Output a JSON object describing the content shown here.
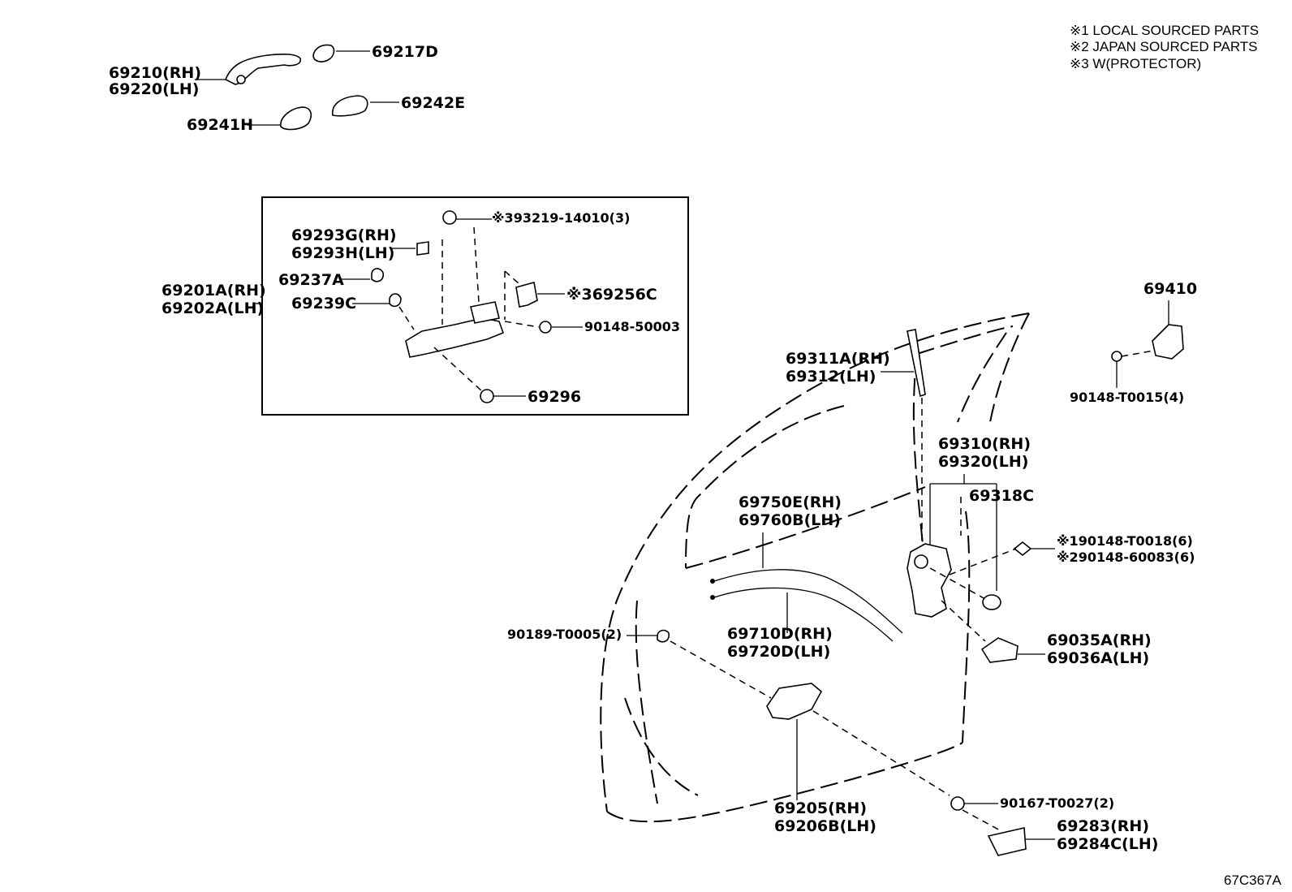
{
  "notes": [
    "※1 LOCAL SOURCED PARTS",
    "※2 JAPAN SOURCED PARTS",
    "※3 W(PROTECTOR)"
  ],
  "diagram_code": "67C367A",
  "labels": {
    "handle_rh": "69210(RH)",
    "handle_lh": "69220(LH)",
    "cap": "69217D",
    "gasket_front": "69241H",
    "gasket_rear": "69242E",
    "frame_rh": "69201A(RH)",
    "frame_lh": "69202A(LH)",
    "bolt_protector": "※393219-14010(3)",
    "bracket_rh": "69293G(RH)",
    "bracket_lh": "69293H(LH)",
    "clip_a": "69237A",
    "clip_c": "69239C",
    "protector_c": "※369256C",
    "screw_50003": "90148-50003",
    "screw_69296": "69296",
    "striker": "69410",
    "striker_screw": "90148-T0015(4)",
    "rod_rh": "69311A(RH)",
    "rod_lh": "69312(LH)",
    "lock_rh": "69310(RH)",
    "lock_lh": "69320(LH)",
    "lock_cap": "69318C",
    "lock_screw_1": "※190148-T0018(6)",
    "lock_screw_2": "※290148-60083(6)",
    "cable_upper_rh": "69750E(RH)",
    "cable_upper_lh": "69760B(LH)",
    "cable_lower_rh": "69710D(RH)",
    "cable_lower_lh": "69720D(LH)",
    "clip_t0005": "90189-T0005(2)",
    "cover_rh": "69035A(RH)",
    "cover_lh": "69036A(LH)",
    "inner_handle_rh": "69205(RH)",
    "inner_handle_lh": "69206B(LH)",
    "screw_t0027": "90167-T0027(2)",
    "bezel_rh": "69283(RH)",
    "bezel_lh": "69284C(LH)"
  }
}
